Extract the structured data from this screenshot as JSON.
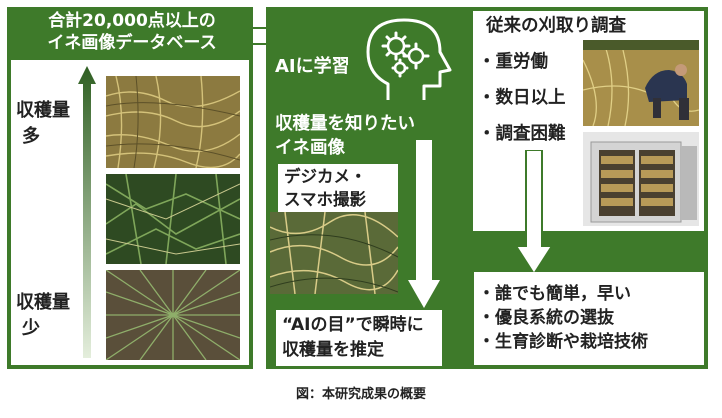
{
  "colors": {
    "green": "#3e7a2a",
    "arrow_dark": "#2f5f22",
    "arrow_light": "#e4eedc",
    "white": "#ffffff",
    "text_dark": "#222222"
  },
  "database": {
    "title_line1": "合計20,000点以上の",
    "title_line2": "イネ画像データベース",
    "yield_high_line1": "収穫量",
    "yield_high_line2": "多",
    "yield_low_line1": "収穫量",
    "yield_low_line2": "少"
  },
  "ai": {
    "learn_label": "AIに学習",
    "brain_icon": "brain-gears-icon"
  },
  "input": {
    "line1": "収穫量を知りたい",
    "line2": "イネ画像",
    "camera_line1": "デジカメ・",
    "camera_line2": "スマホ撮影"
  },
  "result": {
    "line1": "“AIの目”で瞬時に",
    "line2": "収穫量を推定"
  },
  "conventional": {
    "title": "従来の刈取り調査",
    "items": [
      "・重労働",
      "・数日以上",
      "・調査困難"
    ]
  },
  "benefits": {
    "items": [
      "・誰でも簡単，早い",
      "・優良系統の選抜",
      "・生育診断や栽培技術"
    ]
  },
  "caption": "図：本研究成果の概要"
}
